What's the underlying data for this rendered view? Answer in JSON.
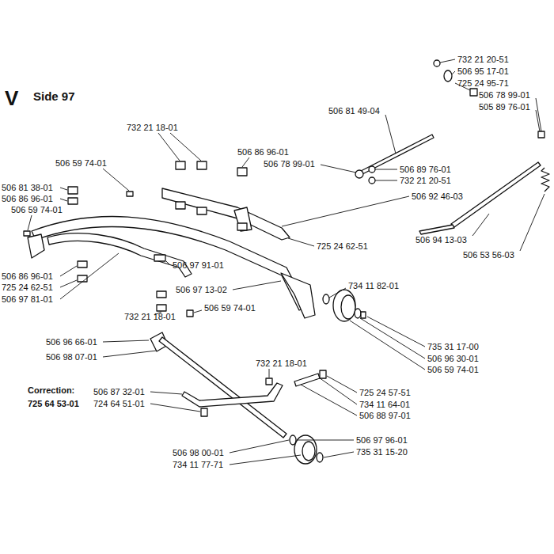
{
  "diagram": {
    "title": "Side 97",
    "labels": [
      "V",
      "732 21 20-51",
      "506 95 17-01",
      "725 24 95-71",
      "506 78 99-01",
      "505 89 76-01",
      "506 81 49-04",
      "732 21 18-01",
      "506 86 96-01",
      "506 59 74-01",
      "506 78 99-01",
      "506 89 76-01",
      "732 21 20-51",
      "506 81 38-01",
      "506 92 46-03",
      "506 86 96-01",
      "506 59 74-01",
      "506 94 13-03",
      "725 24 62-51",
      "506 53 56-03",
      "506 97 91-01",
      "506 86 96-01",
      "734 11 82-01",
      "725 24 62-51",
      "506 97 13-02",
      "506 97 81-01",
      "506 59 74-01",
      "732 21 18-01",
      "506 96 66-01",
      "735 31 17-00",
      "506 98 07-01",
      "506 96 30-01",
      "732 21 18-01",
      "506 59 74-01",
      "Correction:",
      "506 87 32-01",
      "725 24 57-51",
      "725 64 53-01",
      "724 64 51-01",
      "734 11 64-01",
      "506 88 97-01",
      "506 97 96-01",
      "735 31 15-20",
      "506 98 00-01",
      "734 11 77-71"
    ]
  }
}
